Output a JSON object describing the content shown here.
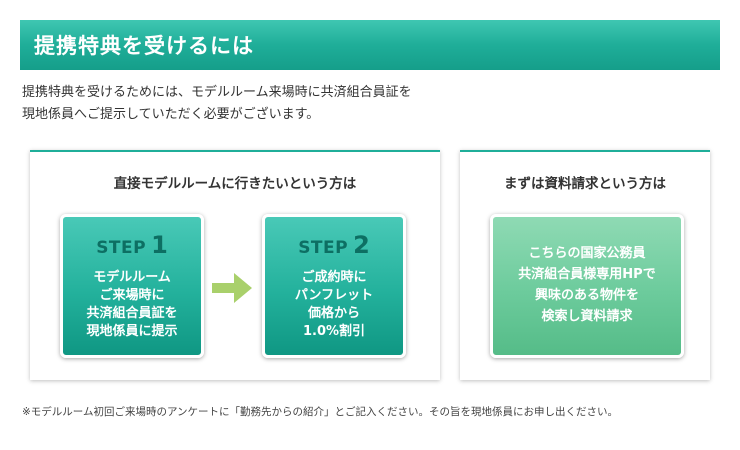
{
  "header": {
    "title": "提携特典を受けるには"
  },
  "intro": {
    "lines": [
      "提携特典を受けるためには、モデルルーム来場時に共済組合員証を",
      "現地係員へご提示していただく必要がございます。"
    ]
  },
  "direct_panel": {
    "title": "直接モデルルームに行きたいという方は",
    "steps": [
      {
        "word": "STEP",
        "number": "1",
        "lines": [
          "モデルルーム",
          "ご来場時に",
          "共済組合員証を",
          "現地係員に提示"
        ]
      },
      {
        "word": "STEP",
        "number": "2",
        "lines": [
          "ご成約時に",
          "パンフレット",
          "価格から",
          "1.0%割引"
        ]
      }
    ],
    "arrow_icon": "arrow-right-icon"
  },
  "request_panel": {
    "title": "まずは資料請求という方は",
    "lines": [
      "こちらの国家公務員",
      "共済組合員様専用HPで",
      "興味のある物件を",
      "検索し資料請求"
    ]
  },
  "footnote": "※モデルルーム初回ご来場時のアンケートに「勤務先からの紹介」とご記入ください。その旨を現地係員にお申し出ください。",
  "colors": {
    "header_teal": "#1fae99",
    "step_teal": "#23b19c",
    "step_label": "#0d6f63",
    "request_green": "#6ccb9c",
    "arrow_green": "#a9d06b"
  }
}
